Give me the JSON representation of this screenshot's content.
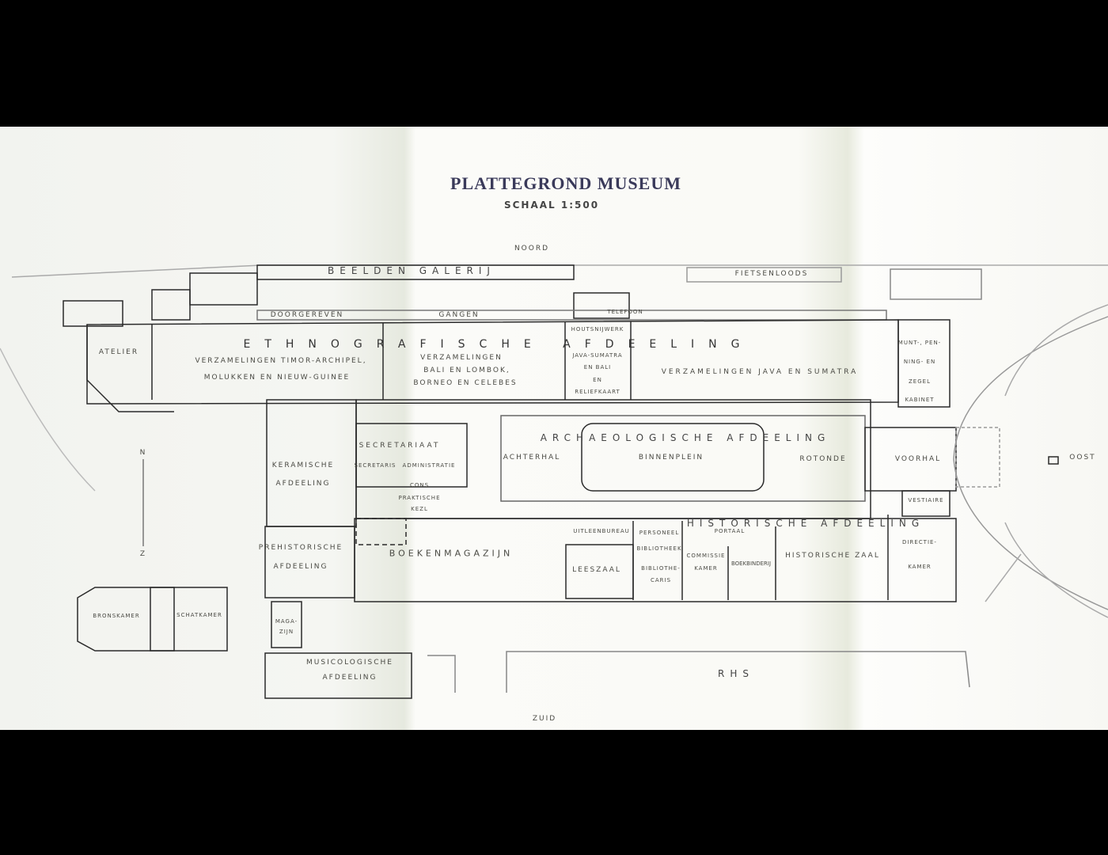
{
  "title": "PLATTEGROND MUSEUM",
  "scale": "SCHAAL 1:500",
  "compass": {
    "noord": "NOORD",
    "zuid": "ZUID",
    "oost": "OOST",
    "n": "N",
    "z": "Z"
  },
  "north_wing": {
    "galerij": "BEELDEN GALERIJ",
    "fietsenloods": "FIETSENLOODS",
    "doorgang_left": "DOORGEREVEN",
    "doorgang_right": "GANGEN",
    "telefoon": "TELEFOON",
    "atelier": "ATELIER"
  },
  "ethnografische": {
    "heading": "ETHNOGRAFISCHE AFDEELING",
    "timor": [
      "VERZAMELINGEN TIMOR-ARCHIPEL,",
      "MOLUKKEN EN NIEUW-GUINEE"
    ],
    "bali": [
      "VERZAMELINGEN",
      "BALI EN LOMBOK,",
      "BORNEO EN CELEBES"
    ],
    "houtsnijwerk": [
      "HOUTSNIJWERK",
      "JAVA-SUMATRA",
      "EN BALI",
      "EN",
      "RELIEFKAART"
    ],
    "java": "VERZAMELINGEN JAVA EN SUMATRA",
    "munt": [
      "MUNT-, PEN-",
      "NING- EN",
      "ZEGEL",
      "KABINET"
    ]
  },
  "archaeologische": {
    "heading": "ARCHAEOLOGISCHE AFDEELING",
    "achterhal": "ACHTERHAL",
    "binnenplein": "BINNENPLEIN",
    "rotonde": "ROTONDE",
    "voorhal": "VOORHAL",
    "secretariaat": "SECRETARIAAT",
    "secretaris": "SECRETARIS",
    "administratie": "ADMINISTRATIE",
    "conservator": [
      "CONS",
      "PRAKTISCHE",
      "KEZL"
    ]
  },
  "keramische": [
    "KERAMISCHE",
    "AFDEELING"
  ],
  "prehistorische": [
    "PREHISTORISCHE",
    "AFDEELING"
  ],
  "boekenmagazijn": "BOEKENMAGAZIJN",
  "historische": {
    "heading": "HISTORISCHE AFDEELING",
    "uitleenbureau": "UITLEENBUREAU",
    "leeszaal": "LEESZAAL",
    "personeel": [
      "PERSONEEL",
      "BIBLIOTHEEK"
    ],
    "bibliothecaris": [
      "BIBLIOTHE-",
      "CARIS"
    ],
    "portaal": "PORTAAL",
    "commissie": [
      "COMMISSIE",
      "KAMER"
    ],
    "boekbinderij": "BOEKBINDERIJ",
    "zaal": "HISTORISCHE ZAAL",
    "vestiaire": "VESTIAIRE",
    "directie": [
      "DIRECTIE-",
      "KAMER"
    ]
  },
  "annex": {
    "bronskamer": "BRONSKAMER",
    "schatkamer": "SCHATKAMER",
    "magazijn": [
      "MAGA-",
      "ZIJN"
    ],
    "musicologische": [
      "MUSICOLOGISCHE",
      "AFDEELING"
    ],
    "rhs": "RHS"
  }
}
